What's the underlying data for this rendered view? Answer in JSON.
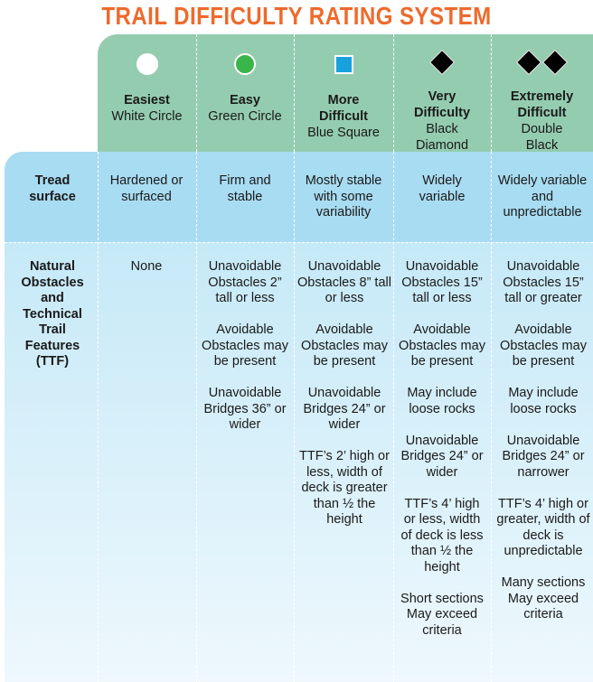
{
  "title": "TRAIL DIFFICULTY RATING SYSTEM",
  "colors": {
    "title": "#ee6a2c",
    "header_bg": "#94ccaf",
    "tread_bg": "#a8dcf2",
    "green": "#39b54a",
    "blue": "#17a1de"
  },
  "levels": [
    {
      "name": "Easiest",
      "symbol": "White Circle",
      "icon": "white-circle-icon"
    },
    {
      "name": "Easy",
      "symbol": "Green Circle",
      "icon": "green-circle-icon"
    },
    {
      "name": "More Difficult",
      "symbol": "Blue Square",
      "icon": "blue-square-icon"
    },
    {
      "name": "Very Difficulty",
      "symbol": "Black Diamond",
      "icon": "black-diamond-icon"
    },
    {
      "name": "Extremely Difficult",
      "symbol": "Double Black Diamond",
      "icon": "double-black-diamond-icon"
    }
  ],
  "rows": [
    {
      "label": "Tread surface",
      "cells": [
        [
          "Hardened or surfaced"
        ],
        [
          "Firm and stable"
        ],
        [
          "Mostly stable with some variability"
        ],
        [
          "Widely variable"
        ],
        [
          "Widely variable and unpredictable"
        ]
      ]
    },
    {
      "label": "Natural Obstacles and Technical Trail Features (TTF)",
      "cells": [
        [
          "None"
        ],
        [
          "Unavoidable Obstacles 2” tall or less",
          "Avoidable Obstacles may be present",
          "Unavoidable Bridges 36” or wider"
        ],
        [
          "Unavoidable Obstacles 8” tall or less",
          "Avoidable Obstacles may be present",
          "Unavoidable Bridges 24” or wider",
          "TTF’s 2’ high or less, width of deck is greater than ½ the height"
        ],
        [
          "Unavoidable Obstacles 15” tall or less",
          "Avoidable Obstacles may be present",
          "May include loose rocks",
          "Unavoidable Bridges 24” or wider",
          "TTF’s 4’ high or less, width of deck is less than ½ the height",
          "Short sections May exceed criteria"
        ],
        [
          "Unavoidable Obstacles 15” tall or greater",
          "Avoidable Obstacles may be present",
          "May include loose rocks",
          "Unavoidable Bridges 24” or narrower",
          "TTF’s 4’ high or greater, width of deck is unpredictable",
          "Many sections May exceed criteria"
        ]
      ]
    }
  ]
}
